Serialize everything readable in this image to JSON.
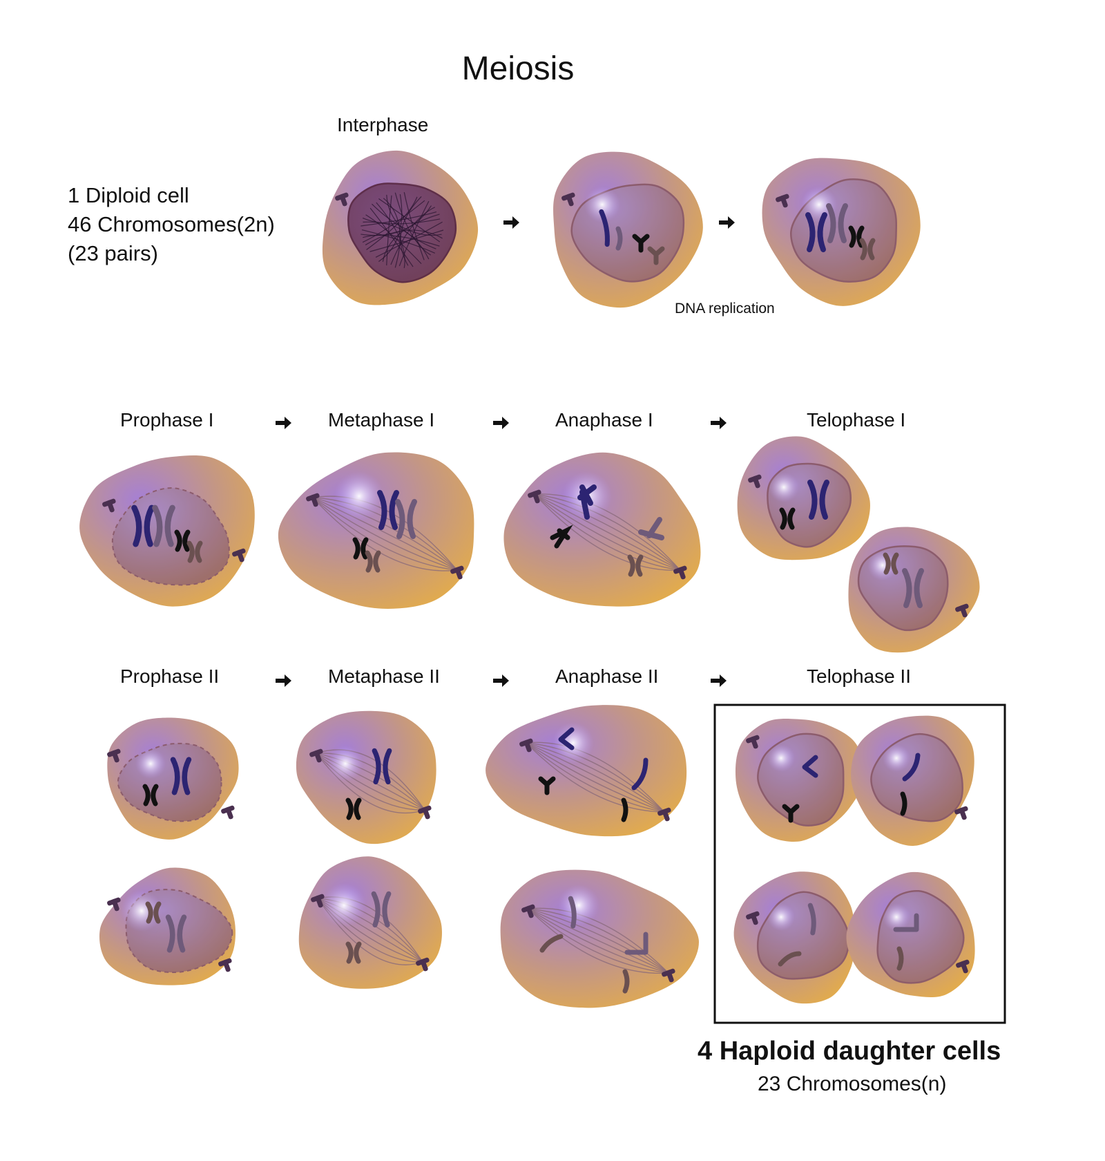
{
  "title": "Meiosis",
  "intro": {
    "line1": "1 Diploid cell",
    "line2": "46 Chromosomes(2n)",
    "line3": "(23 pairs)"
  },
  "stages": {
    "interphase": "Interphase",
    "dna_replication": "DNA replication",
    "prophase1": "Prophase I",
    "metaphase1": "Metaphase I",
    "anaphase1": "Anaphase I",
    "telophase1": "Telophase I",
    "prophase2": "Prophase II",
    "metaphase2": "Metaphase II",
    "anaphase2": "Anaphase II",
    "telophase2": "Telophase II"
  },
  "result": {
    "title": "4 Haploid daughter cells",
    "subtitle": "23 Chromosomes(n)"
  },
  "colors": {
    "cytoplasm": "#e3a94a",
    "nucleus": "#9a6a7c",
    "purple_glow": "#a57fd6",
    "chromosome_blue": "#2c2472",
    "chromosome_black": "#111111",
    "chromosome_gray": "#6e5a7a"
  }
}
